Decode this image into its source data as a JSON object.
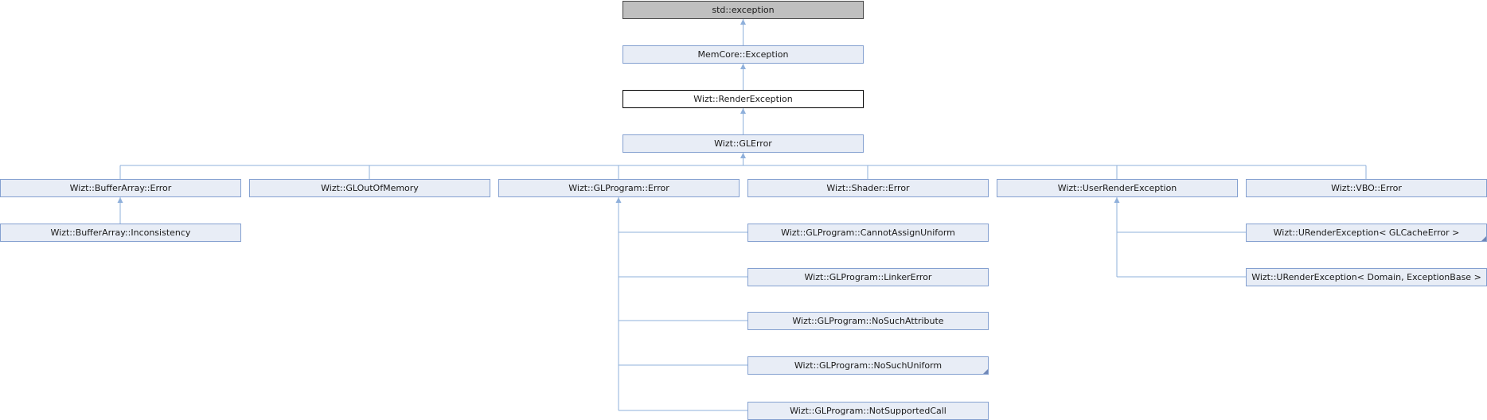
{
  "diagram": {
    "nodes": {
      "std_exception": "std::exception",
      "memcore_exception": "MemCore::Exception",
      "render_exception": "Wizt::RenderException",
      "gl_error": "Wizt::GLError",
      "bufferarray_error": "Wizt::BufferArray::Error",
      "gl_out_of_memory": "Wizt::GLOutOfMemory",
      "glprogram_error": "Wizt::GLProgram::Error",
      "shader_error": "Wizt::Shader::Error",
      "user_render_exception": "Wizt::UserRenderException",
      "vbo_error": "Wizt::VBO::Error",
      "bufferarray_inconsistency": "Wizt::BufferArray::Inconsistency",
      "cannot_assign_uniform": "Wizt::GLProgram::CannotAssignUniform",
      "linker_error": "Wizt::GLProgram::LinkerError",
      "no_such_attribute": "Wizt::GLProgram::NoSuchAttribute",
      "no_such_uniform": "Wizt::GLProgram::NoSuchUniform",
      "not_supported_call": "Wizt::GLProgram::NotSupportedCall",
      "urender_glcache": "Wizt::URenderException< GLCacheError >",
      "urender_domain": "Wizt::URenderException< Domain, ExceptionBase >"
    },
    "colors": {
      "node_fill": "#e8edf6",
      "node_border": "#84a0d0",
      "external_fill": "#bfbfbf",
      "current_border": "#000000",
      "connector": "#8fb0db"
    }
  }
}
